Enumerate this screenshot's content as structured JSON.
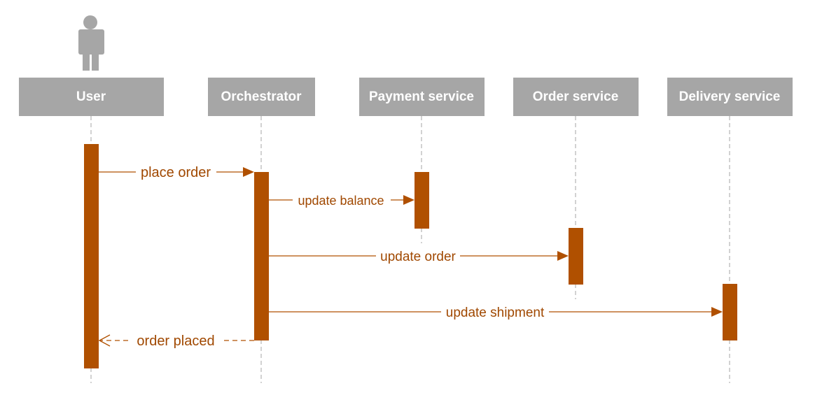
{
  "colors": {
    "participant_fill": "#a6a6a6",
    "participant_text": "#ffffff",
    "activation": "#b05000",
    "message": "#b05000",
    "lifeline": "#a6a6a6"
  },
  "actor": {
    "icon": "person-icon"
  },
  "participants": [
    {
      "id": "user",
      "label": "User"
    },
    {
      "id": "orchestrator",
      "label": "Orchestrator"
    },
    {
      "id": "payment",
      "label": "Payment service"
    },
    {
      "id": "order",
      "label": "Order service"
    },
    {
      "id": "delivery",
      "label": "Delivery service"
    }
  ],
  "messages": [
    {
      "from": "user",
      "to": "orchestrator",
      "label": "place order",
      "style": "solid"
    },
    {
      "from": "orchestrator",
      "to": "payment",
      "label": "update balance",
      "style": "solid"
    },
    {
      "from": "orchestrator",
      "to": "order",
      "label": "update order",
      "style": "solid"
    },
    {
      "from": "orchestrator",
      "to": "delivery",
      "label": "update shipment",
      "style": "solid"
    },
    {
      "from": "orchestrator",
      "to": "user",
      "label": "order placed",
      "style": "dashed-return"
    }
  ]
}
